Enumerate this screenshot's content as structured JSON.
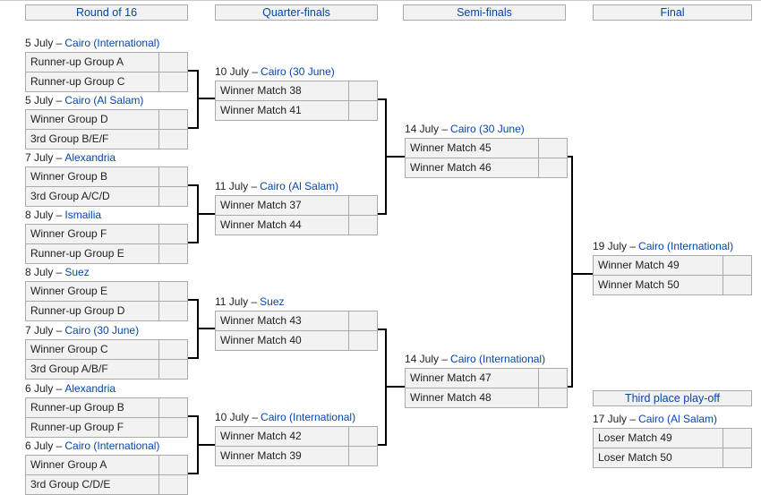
{
  "colors": {
    "link": "#0645ad",
    "text": "#202122",
    "box_background": "#f2f2f2",
    "box_border": "#aaaaaa",
    "connector": "#000000",
    "page_background": "#ffffff"
  },
  "headers": {
    "round_of_16": "Round of 16",
    "quarter_finals": "Quarter-finals",
    "semi_finals": "Semi-finals",
    "final": "Final",
    "third_place": "Third place play-off"
  },
  "rounds": {
    "r16": [
      {
        "date": "5 July –",
        "venue": "Cairo (International)",
        "team1": "Runner-up Group A",
        "score1": "",
        "team2": "Runner-up Group C",
        "score2": ""
      },
      {
        "date": "5 July –",
        "venue": "Cairo (Al Salam)",
        "team1": "Winner Group D",
        "score1": "",
        "team2": "3rd Group B/E/F",
        "score2": ""
      },
      {
        "date": "7 July –",
        "venue": "Alexandria",
        "team1": "Winner Group B",
        "score1": "",
        "team2": "3rd Group A/C/D",
        "score2": ""
      },
      {
        "date": "8 July –",
        "venue": "Ismailia",
        "team1": "Winner Group F",
        "score1": "",
        "team2": "Runner-up Group E",
        "score2": ""
      },
      {
        "date": "8 July –",
        "venue": "Suez",
        "team1": "Winner Group E",
        "score1": "",
        "team2": "Runner-up Group D",
        "score2": ""
      },
      {
        "date": "7 July –",
        "venue": "Cairo (30 June)",
        "team1": "Winner Group C",
        "score1": "",
        "team2": "3rd Group A/B/F",
        "score2": ""
      },
      {
        "date": "6 July –",
        "venue": "Alexandria",
        "team1": "Runner-up Group B",
        "score1": "",
        "team2": "Runner-up Group F",
        "score2": ""
      },
      {
        "date": "6 July –",
        "venue": "Cairo (International)",
        "team1": "Winner Group A",
        "score1": "",
        "team2": "3rd Group C/D/E",
        "score2": ""
      }
    ],
    "qf": [
      {
        "date": "10 July –",
        "venue": "Cairo (30 June)",
        "team1": "Winner Match 38",
        "score1": "",
        "team2": "Winner Match 41",
        "score2": ""
      },
      {
        "date": "11 July –",
        "venue": "Cairo (Al Salam)",
        "team1": "Winner Match 37",
        "score1": "",
        "team2": "Winner Match 44",
        "score2": ""
      },
      {
        "date": "11 July –",
        "venue": "Suez",
        "team1": "Winner Match 43",
        "score1": "",
        "team2": "Winner Match 40",
        "score2": ""
      },
      {
        "date": "10 July –",
        "venue": "Cairo (International)",
        "team1": "Winner Match 42",
        "score1": "",
        "team2": "Winner Match 39",
        "score2": ""
      }
    ],
    "sf": [
      {
        "date": "14 July –",
        "venue": "Cairo (30 June)",
        "team1": "Winner Match 45",
        "score1": "",
        "team2": "Winner Match 46",
        "score2": ""
      },
      {
        "date": "14 July –",
        "venue": "Cairo (International)",
        "team1": "Winner Match 47",
        "score1": "",
        "team2": "Winner Match 48",
        "score2": ""
      }
    ],
    "final": [
      {
        "date": "19 July –",
        "venue": "Cairo (International)",
        "team1": "Winner Match 49",
        "score1": "",
        "team2": "Winner Match 50",
        "score2": ""
      }
    ],
    "third": [
      {
        "date": "17 July –",
        "venue": "Cairo (Al Salam)",
        "team1": "Loser Match 49",
        "score1": "",
        "team2": "Loser Match 50",
        "score2": ""
      }
    ]
  }
}
